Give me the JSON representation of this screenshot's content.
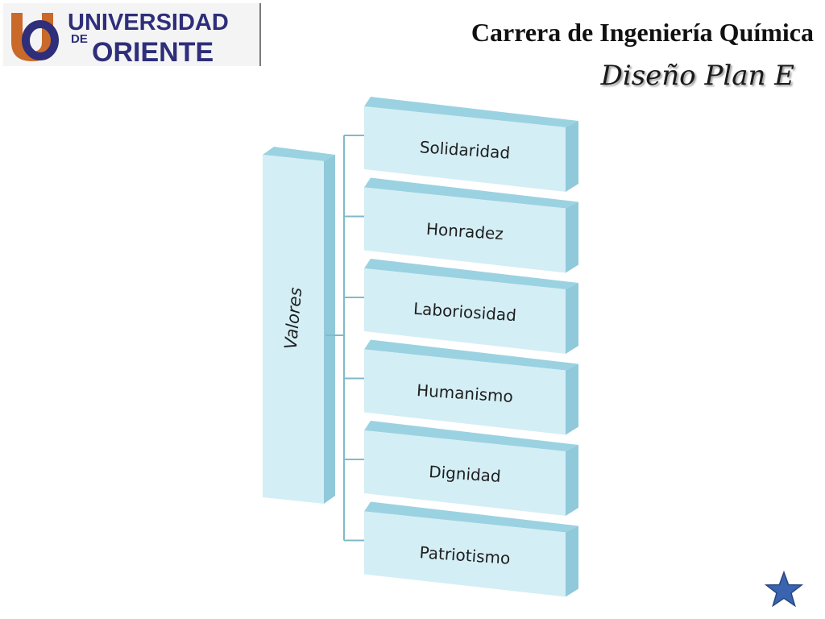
{
  "header": {
    "logo": {
      "line1": "UNIVERSIDAD",
      "line2": "DE",
      "line3": "ORIENTE"
    },
    "title": "Carrera de Ingeniería Química",
    "subtitle": "Diseño Plan E"
  },
  "diagram": {
    "root": "Valores",
    "children": [
      "Solidaridad",
      "Honradez",
      "Laboriosidad",
      "Humanismo",
      "Dignidad",
      "Patriotismo"
    ]
  },
  "colors": {
    "box_front": "#d4eef5",
    "box_top": "#9bd2e2",
    "box_side": "#8fc9da",
    "connector": "#7fb9ca",
    "star": "#3a64b0"
  },
  "icons": [
    "university-logo-icon",
    "star-icon"
  ]
}
